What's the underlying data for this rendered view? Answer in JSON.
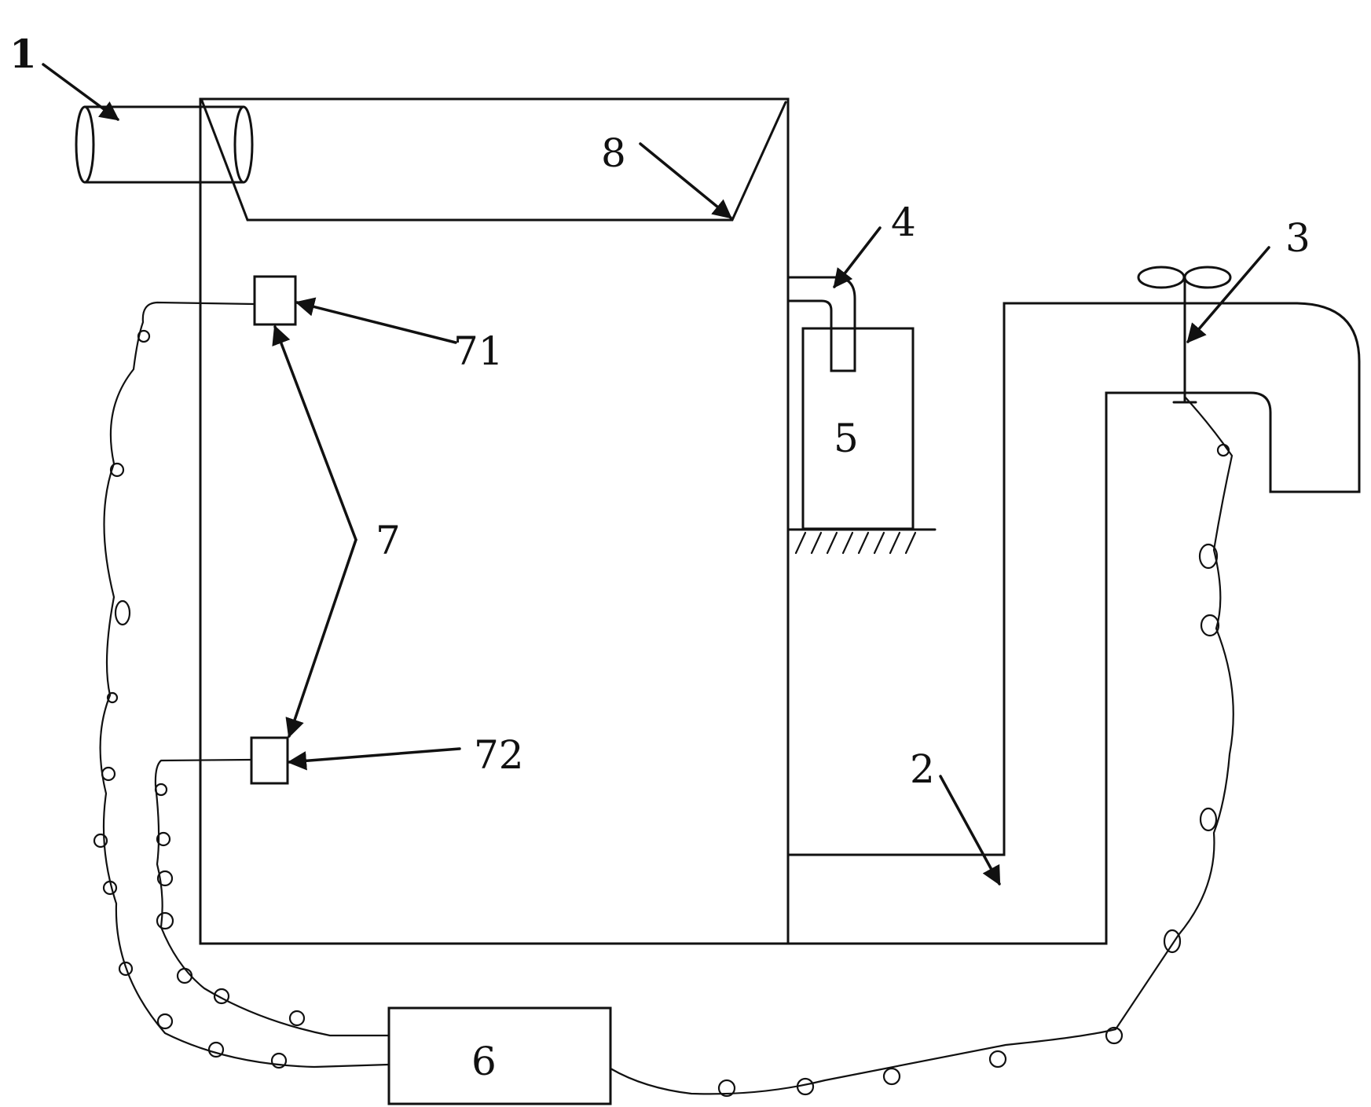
{
  "labels": {
    "l1": "1",
    "l2": "2",
    "l3": "3",
    "l4": "4",
    "l5": "5",
    "l6": "6",
    "l7": "7",
    "l8": "8",
    "l71": "71",
    "l72": "72"
  }
}
